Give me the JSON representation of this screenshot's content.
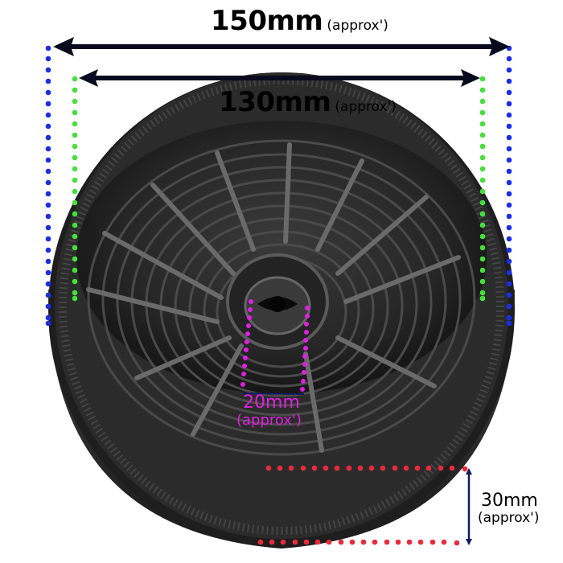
{
  "image": {
    "subject": "Round carbon cooker hood filter with dimension annotations",
    "background_color": "#ffffff",
    "filter_color": "#2a2a2a"
  },
  "annotations": {
    "outer_diameter": {
      "value": "150mm",
      "qualifier": "(approx')",
      "guide_color": "#1a2ee8"
    },
    "inner_diameter": {
      "value": "130mm",
      "qualifier": "(approx')",
      "guide_color": "#44e03a"
    },
    "center_hole": {
      "value": "20mm",
      "qualifier": "(approx')",
      "guide_color": "#e020e0"
    },
    "height": {
      "value": "30mm",
      "qualifier": "(approx')",
      "guide_color": "#e82a3a"
    },
    "arrow_color": "#0a0a1e"
  }
}
